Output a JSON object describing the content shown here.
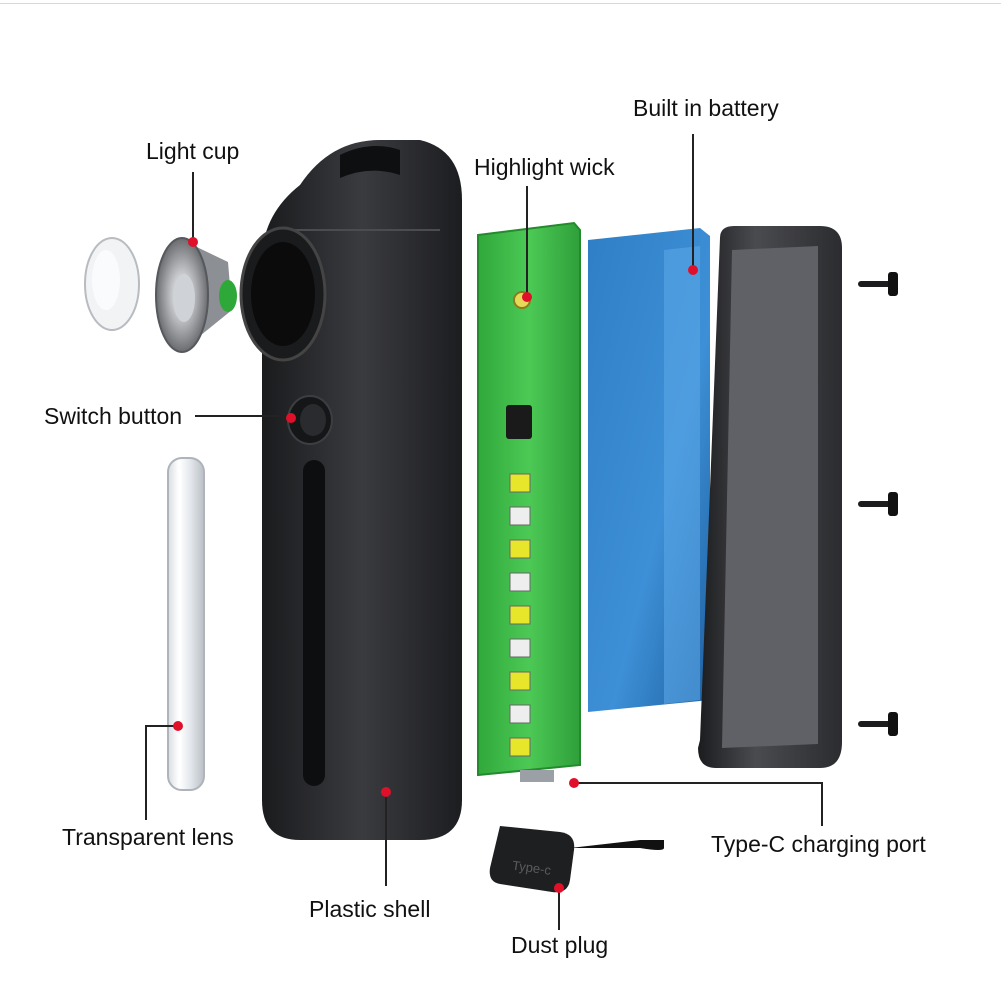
{
  "labels": {
    "light_cup": "Light cup",
    "switch_button": "Switch button",
    "transparent_lens": "Transparent lens",
    "plastic_shell": "Plastic shell",
    "highlight_wick": "Highlight wick",
    "built_in_battery": "Built in battery",
    "type_c_charging_port": "Type-C charging port",
    "dust_plug": "Dust plug"
  },
  "dust_plug_marking": "Type-c",
  "colors": {
    "shell": "#2a2b2e",
    "pcb": "#3fbf4a",
    "battery": "#2f7fc6",
    "marker": "#e0102a",
    "leader": "#222222",
    "led_yellow": "#e8e62a",
    "led_white": "#eeeeee"
  }
}
